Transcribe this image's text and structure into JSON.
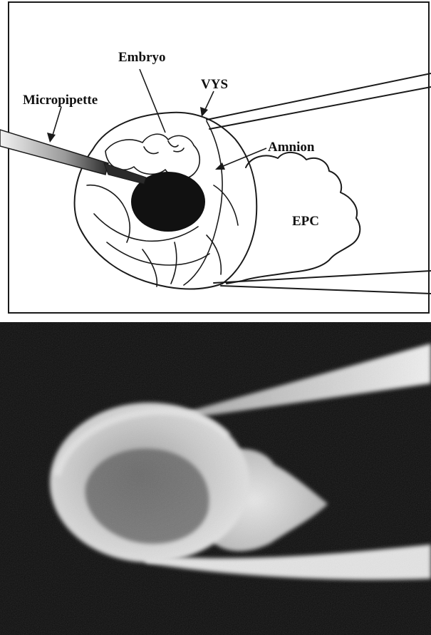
{
  "labels": {
    "embryo": "Embryo",
    "vys": "VYS",
    "micropipette": "Micropipette",
    "amnion": "Amnion",
    "epc": "EPC"
  },
  "colors": {
    "line": "#1a1a1a",
    "photo_background": "#0c0c0c",
    "tissue": "#cfcfcf",
    "bead": "#111111"
  }
}
